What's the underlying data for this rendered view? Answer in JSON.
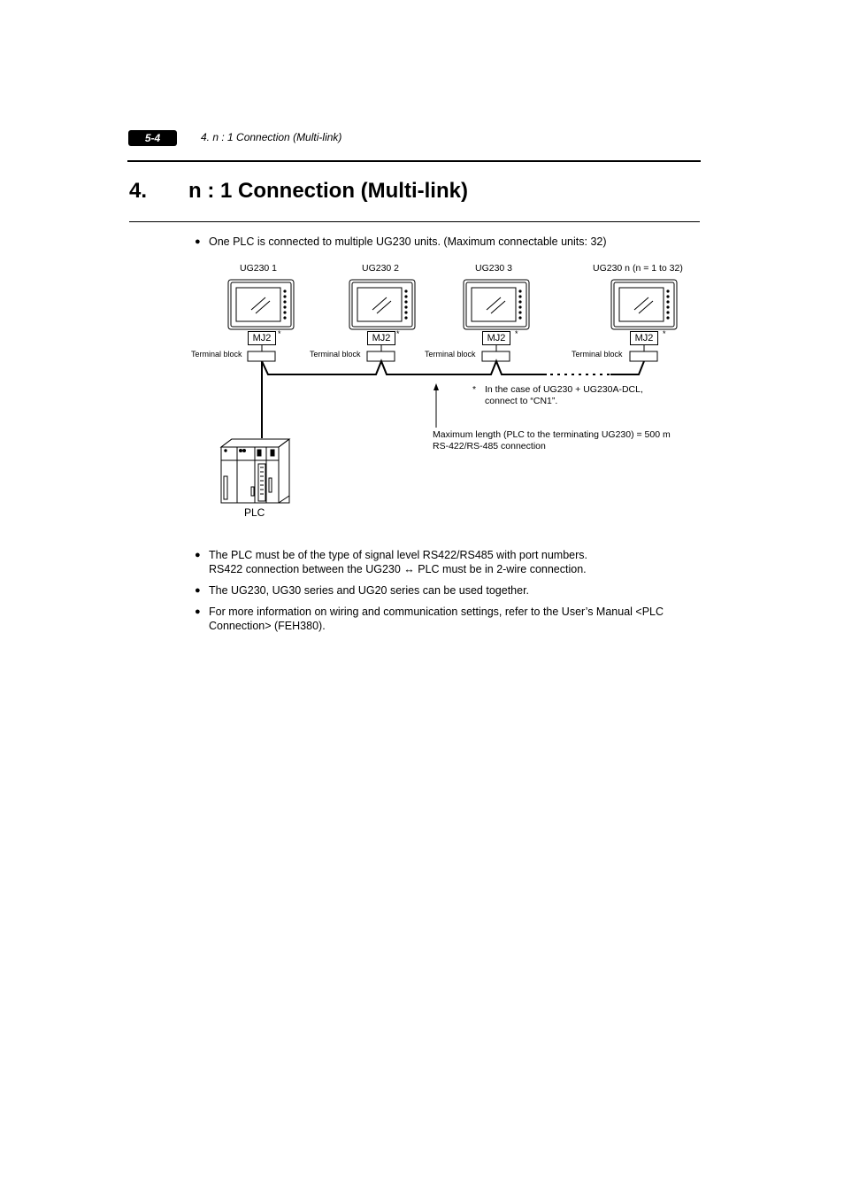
{
  "header": {
    "page_number": "5-4",
    "running_title": "4. n : 1 Connection (Multi-link)"
  },
  "section": {
    "number": "4.",
    "title": "n : 1 Connection (Multi-link)"
  },
  "intro_bullet": "One PLC is connected to multiple UG230 units.  (Maximum connectable units: 32)",
  "diagram": {
    "units": [
      {
        "label": "UG230 1",
        "port": "MJ2",
        "port_note": "*",
        "terminal": "Terminal block"
      },
      {
        "label": "UG230 2",
        "port": "MJ2",
        "port_note": "*",
        "terminal": "Terminal block"
      },
      {
        "label": "UG230 3",
        "port": "MJ2",
        "port_note": "*",
        "terminal": "Terminal block"
      },
      {
        "label": "UG230 n (n = 1 to 32)",
        "port": "MJ2",
        "port_note": "*",
        "terminal": "Terminal block"
      }
    ],
    "footnote_mark": "*",
    "footnote_lines": [
      "In the case of UG230 + UG230A-DCL,",
      "connect to “CN1”."
    ],
    "cable_note_lines": [
      "Maximum length (PLC to the terminating UG230) = 500 m",
      "RS-422/RS-485 connection"
    ],
    "plc_label": "PLC",
    "icons": [
      "touch-panel-icon",
      "plc-rack-icon"
    ]
  },
  "notes": [
    {
      "lines": [
        "The PLC must be of the type of signal level RS422/RS485 with port numbers.",
        "RS422 connection between the UG230 ↔ PLC must be in 2-wire connection."
      ]
    },
    {
      "lines": [
        "The UG230, UG30 series and UG20 series can be used together."
      ]
    },
    {
      "lines": [
        "For more information on wiring and communication settings, refer to the User’s Manual <PLC",
        "Connection> (FEH380)."
      ]
    }
  ]
}
